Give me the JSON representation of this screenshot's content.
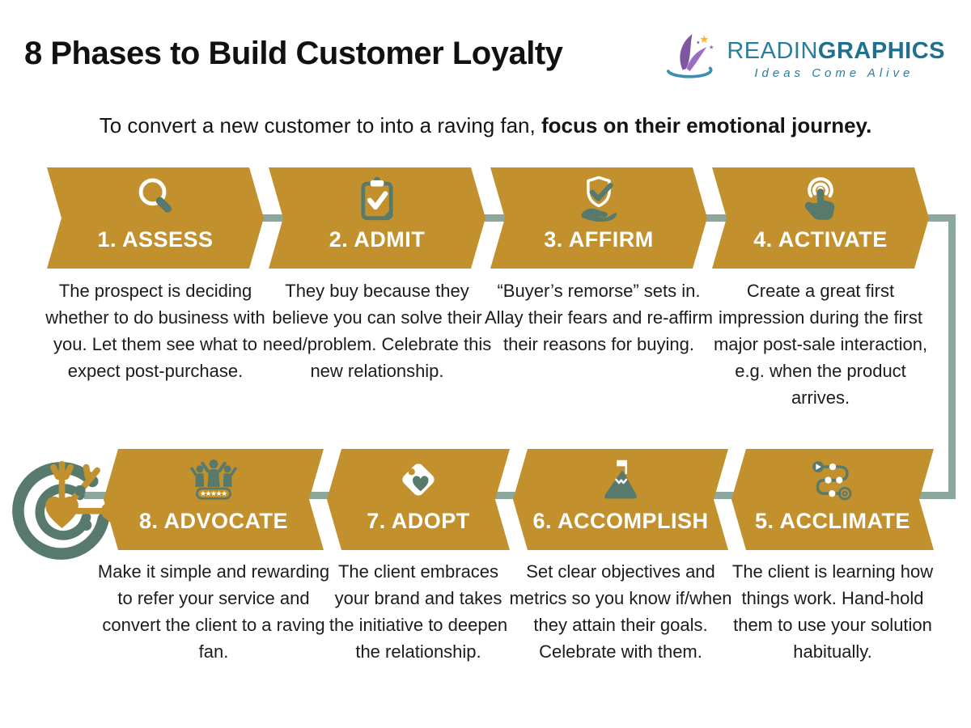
{
  "header": {
    "title": "8 Phases to Build Customer Loyalty",
    "subtitle_regular": "To convert a new customer to into a raving fan, ",
    "subtitle_bold": "focus on their emotional journey."
  },
  "logo": {
    "brand_light": "READIN",
    "brand_bold": "GRAPHICS",
    "tagline": "Ideas Come Alive"
  },
  "colors": {
    "gold": "#C2912D",
    "teal": "#577A6D",
    "connector": "#8CA79B",
    "logo_teal": "#2C7D9C",
    "logo_purple": "#7E57A0",
    "text": "#1C1C1C"
  },
  "phases": [
    {
      "number_label": "1. ASSESS",
      "icon": "magnifier-icon",
      "description": "The prospect is deciding whether to do business with you. Let them see what to expect post-purchase."
    },
    {
      "number_label": "2. ADMIT",
      "icon": "clipboard-check-icon",
      "description": "They buy because they believe you can solve their need/problem. Celebrate this new relationship."
    },
    {
      "number_label": "3. AFFIRM",
      "icon": "shield-check-hand-icon",
      "description": "“Buyer’s remorse” sets in. Allay their fears and re-affirm their reasons for buying."
    },
    {
      "number_label": "4. ACTIVATE",
      "icon": "tap-icon",
      "description": "Create a great first impression during the first major post-sale interaction, e.g. when the product arrives."
    },
    {
      "number_label": "5. ACCLIMATE",
      "icon": "journey-path-icon",
      "description": "The client is learning how things work. Hand-hold them to use your solution habitually."
    },
    {
      "number_label": "6. ACCOMPLISH",
      "icon": "mountain-flag-icon",
      "description": "Set clear objectives and metrics so you know if/when they attain their goals. Celebrate with them."
    },
    {
      "number_label": "7. ADOPT",
      "icon": "tag-heart-icon",
      "description": "The client embraces your brand and takes the initiative to deepen the relationship."
    },
    {
      "number_label": "8. ADVOCATE",
      "icon": "fans-stars-icon",
      "description": "Make it simple and rewarding to refer your service and convert the client to a raving fan."
    }
  ]
}
